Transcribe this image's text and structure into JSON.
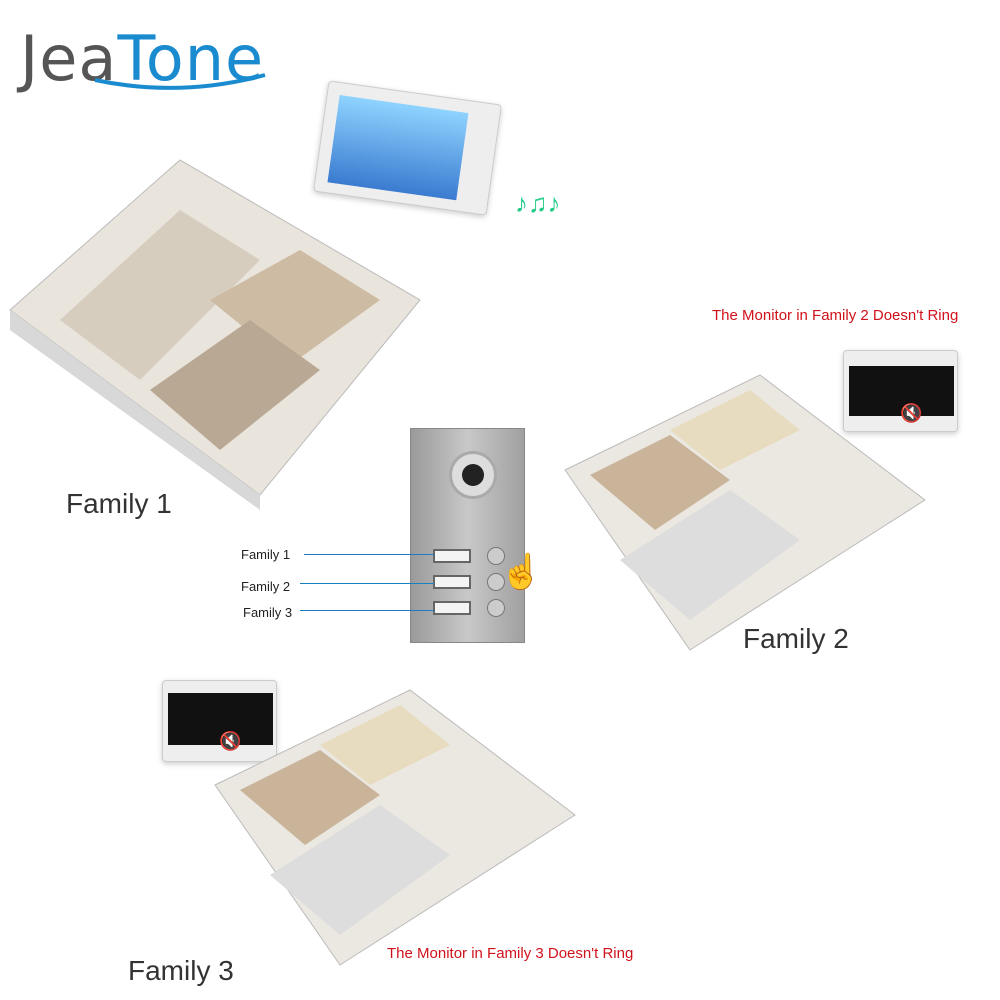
{
  "logo": {
    "part1": "Jea",
    "part2": "Tone"
  },
  "families": [
    "Family 1",
    "Family 2",
    "Family 3"
  ],
  "panel_labels": [
    "Family 1",
    "Family 2",
    "Family 3"
  ],
  "notes": {
    "family2": "The Monitor in Family 2 Doesn't Ring",
    "family3": "The Monitor in Family 3 Doesn't Ring"
  },
  "colors": {
    "brand": "#1b8bd0",
    "note": "#d0121b"
  }
}
